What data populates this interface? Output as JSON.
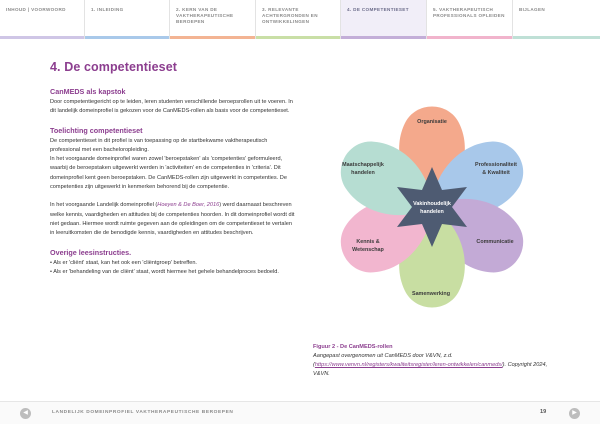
{
  "nav": {
    "tabs": [
      {
        "label": "INHOUD | VOORWOORD",
        "color": "#cfc6e6",
        "active": false
      },
      {
        "label": "1. INLEIDING",
        "color": "#a9c9ea",
        "active": false
      },
      {
        "label": "2. KERN VAN DE VAKTHERAPEUTISCHE BEROEPEN",
        "color": "#f3b493",
        "active": false
      },
      {
        "label": "3. RELEVANTE ACHTERGRONDEN EN ONTWIKKELINGEN",
        "color": "#c9dfa6",
        "active": false
      },
      {
        "label": "4. DE COMPETENTIESET",
        "color": "#c3aed8",
        "active": true
      },
      {
        "label": "5. VAKTHERAPEUTISCH PROFESSIONALS OPLEIDEN",
        "color": "#f1b4cc",
        "active": false
      },
      {
        "label": "BIJLAGEN",
        "color": "#bfe0d6",
        "active": false
      }
    ]
  },
  "page": {
    "title": "4. De competentieset",
    "s1_heading": "CanMEDS als kapstok",
    "s1_text": "Door competentiegericht op te leiden, leren studenten verschillende beroepsrollen uit te voeren. In dit landelijk domeinprofiel is gekozen voor de CanMEDS-rollen als basis voor de competentieset.",
    "s2_heading": "Toelichting competentieset",
    "s2_p1": "De competentieset in dit profiel is van toepassing op de startbekwame vaktherapeutisch professional met een bacheloropleiding.",
    "s2_p2": "In het voorgaande domeinprofiel waren zowel 'beroepstaken' als 'competenties' geformuleerd, waarbij de beroepstaken uitgewerkt werden in 'activiteiten' en de competenties in 'criteria'. Dit domeinprofiel kent geen beroepstaken. De CanMEDS-rollen zijn uitgewerkt in competenties. De competenties zijn uitgewerkt in kenmerken behorend bij de competentie.",
    "s2_p3_a": "In het voorgaande Landelijk domeinprofiel (",
    "s2_p3_cite": "Hoeyen & De Boer, 2016",
    "s2_p3_b": ") werd daarnaast beschreven welke kennis, vaardigheden en attitudes bij de competenties hoorden. In dit domeinprofiel wordt dit niet gedaan. Hiermee wordt ruimte gegeven aan de opleidingen om de competentieset te vertalen in leeruitkomsten die de benodigde kennis, vaardigheden en attitudes beschrijven.",
    "s3_heading": "Overige leesinstructies.",
    "s3_items": [
      "• Als er 'cliënt' staat, kan het ook een 'cliëntgroep' betreffen.",
      "• Als er 'behandeling van de cliënt' staat, wordt hiermee het gehele behandelproces bedoeld."
    ]
  },
  "figure": {
    "center_line1": "Vakinhoudelijk",
    "center_line2": "handelen",
    "center_color": "#4e5b72",
    "petals": [
      {
        "line1": "Organisatie",
        "line2": "",
        "color": "#f4a98c"
      },
      {
        "line1": "Professionaliteit",
        "line2": "& Kwaliteit",
        "color": "#a8c8ea"
      },
      {
        "line1": "Communicatie",
        "line2": "",
        "color": "#c3aad6"
      },
      {
        "line1": "Samenwerking",
        "line2": "",
        "color": "#c8dea2"
      },
      {
        "line1": "Kennis &",
        "line2": "Wetenschap",
        "color": "#f2b6cf"
      },
      {
        "line1": "Maatschappelijk",
        "line2": "handelen",
        "color": "#b6ddd2"
      }
    ],
    "caption_title": "Figuur 2 - De CanMEDS-rollen",
    "caption_a": "Aangepast overgenomen uit CanMEDS door V&VN, z.d. (",
    "caption_link": "https://www.venvn.nl/registers/kwaliteitsregister/leren-ontwikkelen/canmeds/",
    "caption_b": "). Copyright 2024, V&VN."
  },
  "footer": {
    "title": "LANDELIJK DOMEINPROFIEL VAKTHERAPEUTISCHE BEROEPEN",
    "page_number": "19",
    "prev_icon": "chevron-left-icon",
    "next_icon": "chevron-right-icon"
  }
}
